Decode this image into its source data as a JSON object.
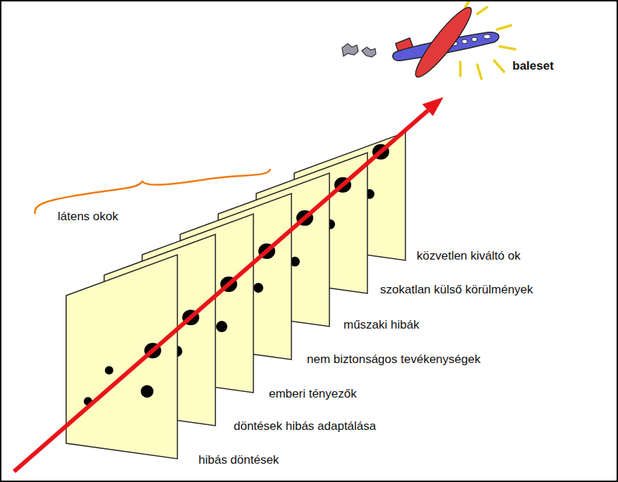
{
  "diagram": {
    "labels": [
      "baleset",
      "látens okok",
      "közvetlen kiváltó ok",
      "szokatlan külső körülmények",
      "műszaki hibák",
      "nem biztonságos tevékenységek",
      "emberi tényezők",
      "döntések hibás adaptálása",
      "hibás döntések"
    ]
  }
}
